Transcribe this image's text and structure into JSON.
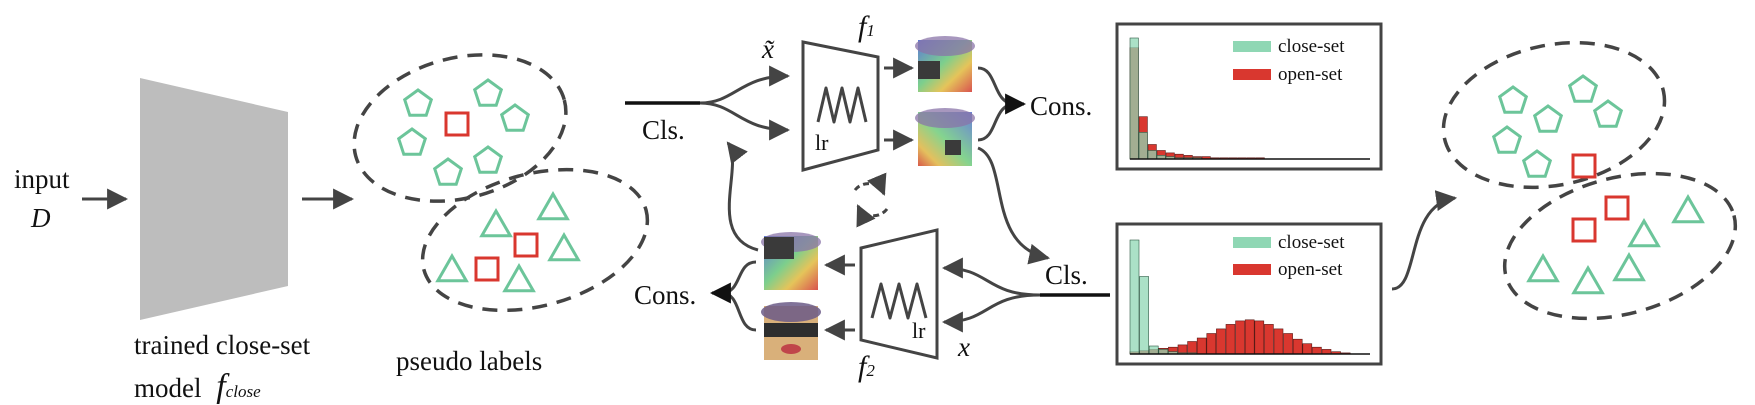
{
  "input": {
    "line1": "input",
    "line2": "D"
  },
  "model": {
    "line1": "trained close-set",
    "line2_prefix": "model",
    "f_symbol": "f",
    "f_subscript": "close"
  },
  "pseudo_labels": "pseudo labels",
  "symbols": {
    "x_tilde": "x̃",
    "x": "x",
    "f1_base": "f",
    "f1_sub": "1",
    "f2_base": "f",
    "f2_sub": "2"
  },
  "network_label": "lr",
  "ops": {
    "cls_top": "Cls.",
    "cons_top": "Cons.",
    "cls_bottom": "Cls.",
    "cons_bottom": "Cons."
  },
  "legend": {
    "close": "close-set",
    "open": "open-set"
  },
  "colors": {
    "green": "#6cc59a",
    "red": "#d9372f",
    "gray": "#bdbdbd",
    "dark": "#444444",
    "green_fill": "#8fd7b4"
  },
  "chart_data": [
    {
      "type": "bar",
      "title": "",
      "series": [
        {
          "name": "close-set",
          "values": [
            1.0,
            0.22,
            0.07,
            0.03,
            0.02,
            0.01,
            0.01,
            0.01,
            0,
            0,
            0,
            0,
            0,
            0,
            0,
            0,
            0,
            0,
            0,
            0
          ]
        },
        {
          "name": "open-set",
          "values": [
            0.92,
            0.35,
            0.12,
            0.07,
            0.05,
            0.04,
            0.03,
            0.02,
            0.02,
            0.01,
            0.01,
            0.01,
            0.01,
            0.01,
            0.01,
            0,
            0,
            0,
            0,
            0
          ]
        }
      ]
    },
    {
      "type": "bar",
      "title": "",
      "series": [
        {
          "name": "close-set",
          "values": [
            1.0,
            0.68,
            0.07,
            0.04,
            0.02,
            0.01,
            0.01,
            0,
            0,
            0,
            0,
            0,
            0,
            0,
            0,
            0,
            0,
            0,
            0,
            0,
            0,
            0,
            0
          ]
        },
        {
          "name": "open-set",
          "values": [
            0.02,
            0.03,
            0.04,
            0.05,
            0.06,
            0.08,
            0.11,
            0.14,
            0.18,
            0.22,
            0.26,
            0.29,
            0.3,
            0.29,
            0.26,
            0.22,
            0.18,
            0.13,
            0.09,
            0.06,
            0.04,
            0.02,
            0.01
          ]
        }
      ]
    }
  ]
}
